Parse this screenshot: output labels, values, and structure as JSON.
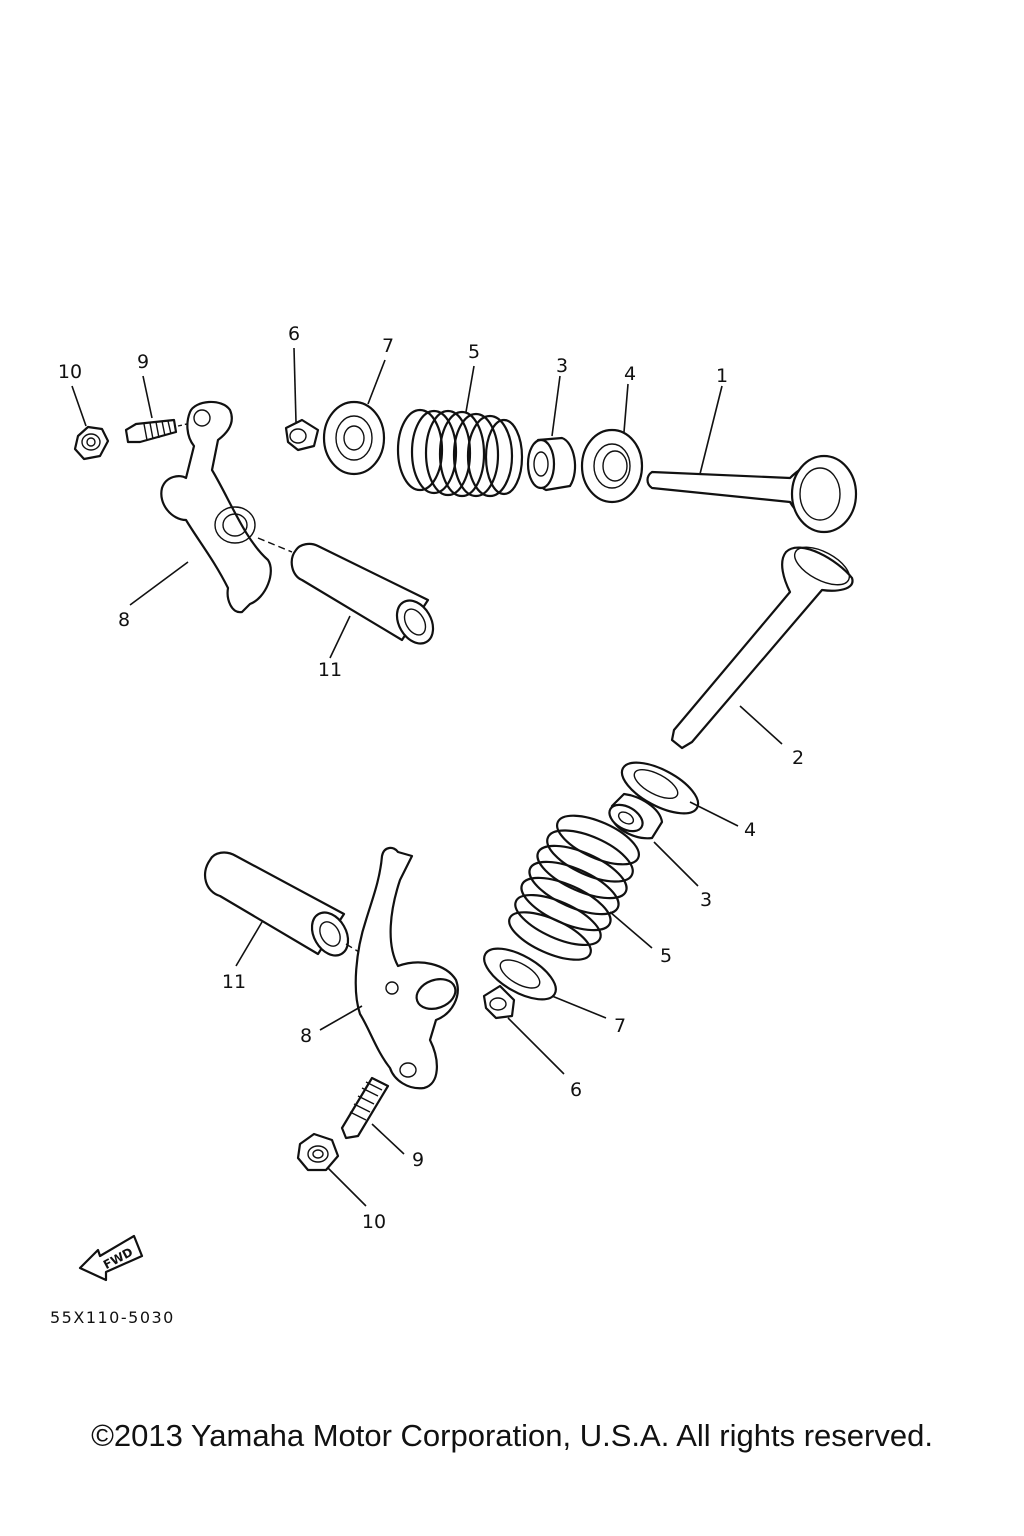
{
  "diagram": {
    "callouts": {
      "c1": "1",
      "c2": "2",
      "c3a": "3",
      "c3b": "3",
      "c4a": "4",
      "c4b": "4",
      "c5a": "5",
      "c5b": "5",
      "c6a": "6",
      "c6b": "6",
      "c7a": "7",
      "c7b": "7",
      "c8a": "8",
      "c8b": "8",
      "c9a": "9",
      "c9b": "9",
      "c10a": "10",
      "c10b": "10",
      "c11a": "11",
      "c11b": "11"
    },
    "fwd_label": "FWD",
    "drawing_code": "55X110-5030"
  },
  "footer": {
    "copyright": "©2013 Yamaha Motor Corporation, U.S.A. All rights reserved."
  }
}
